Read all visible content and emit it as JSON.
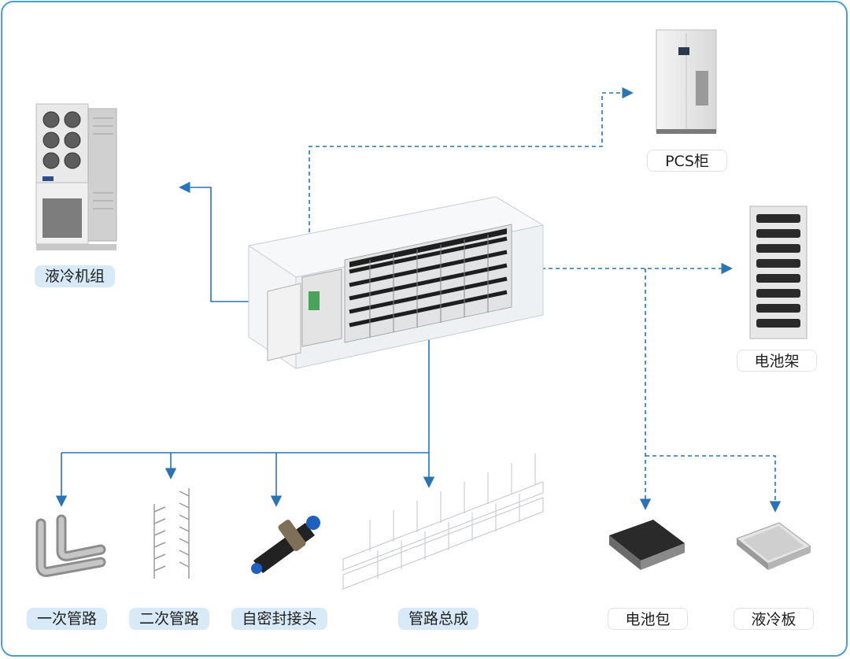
{
  "labels": {
    "liquid_chiller": "液冷机组",
    "pcs_cabinet": "PCS柜",
    "battery_rack": "电池架",
    "primary_pipe": "一次管路",
    "secondary_pipe": "二次管路",
    "self_seal_connector": "自密封接头",
    "pipe_assembly": "管路总成",
    "battery_pack": "电池包",
    "cold_plate": "液冷板"
  },
  "colors": {
    "frame": "#4a9fd5",
    "line": "#2a73b5",
    "label_blue": "#d8eaf8"
  }
}
